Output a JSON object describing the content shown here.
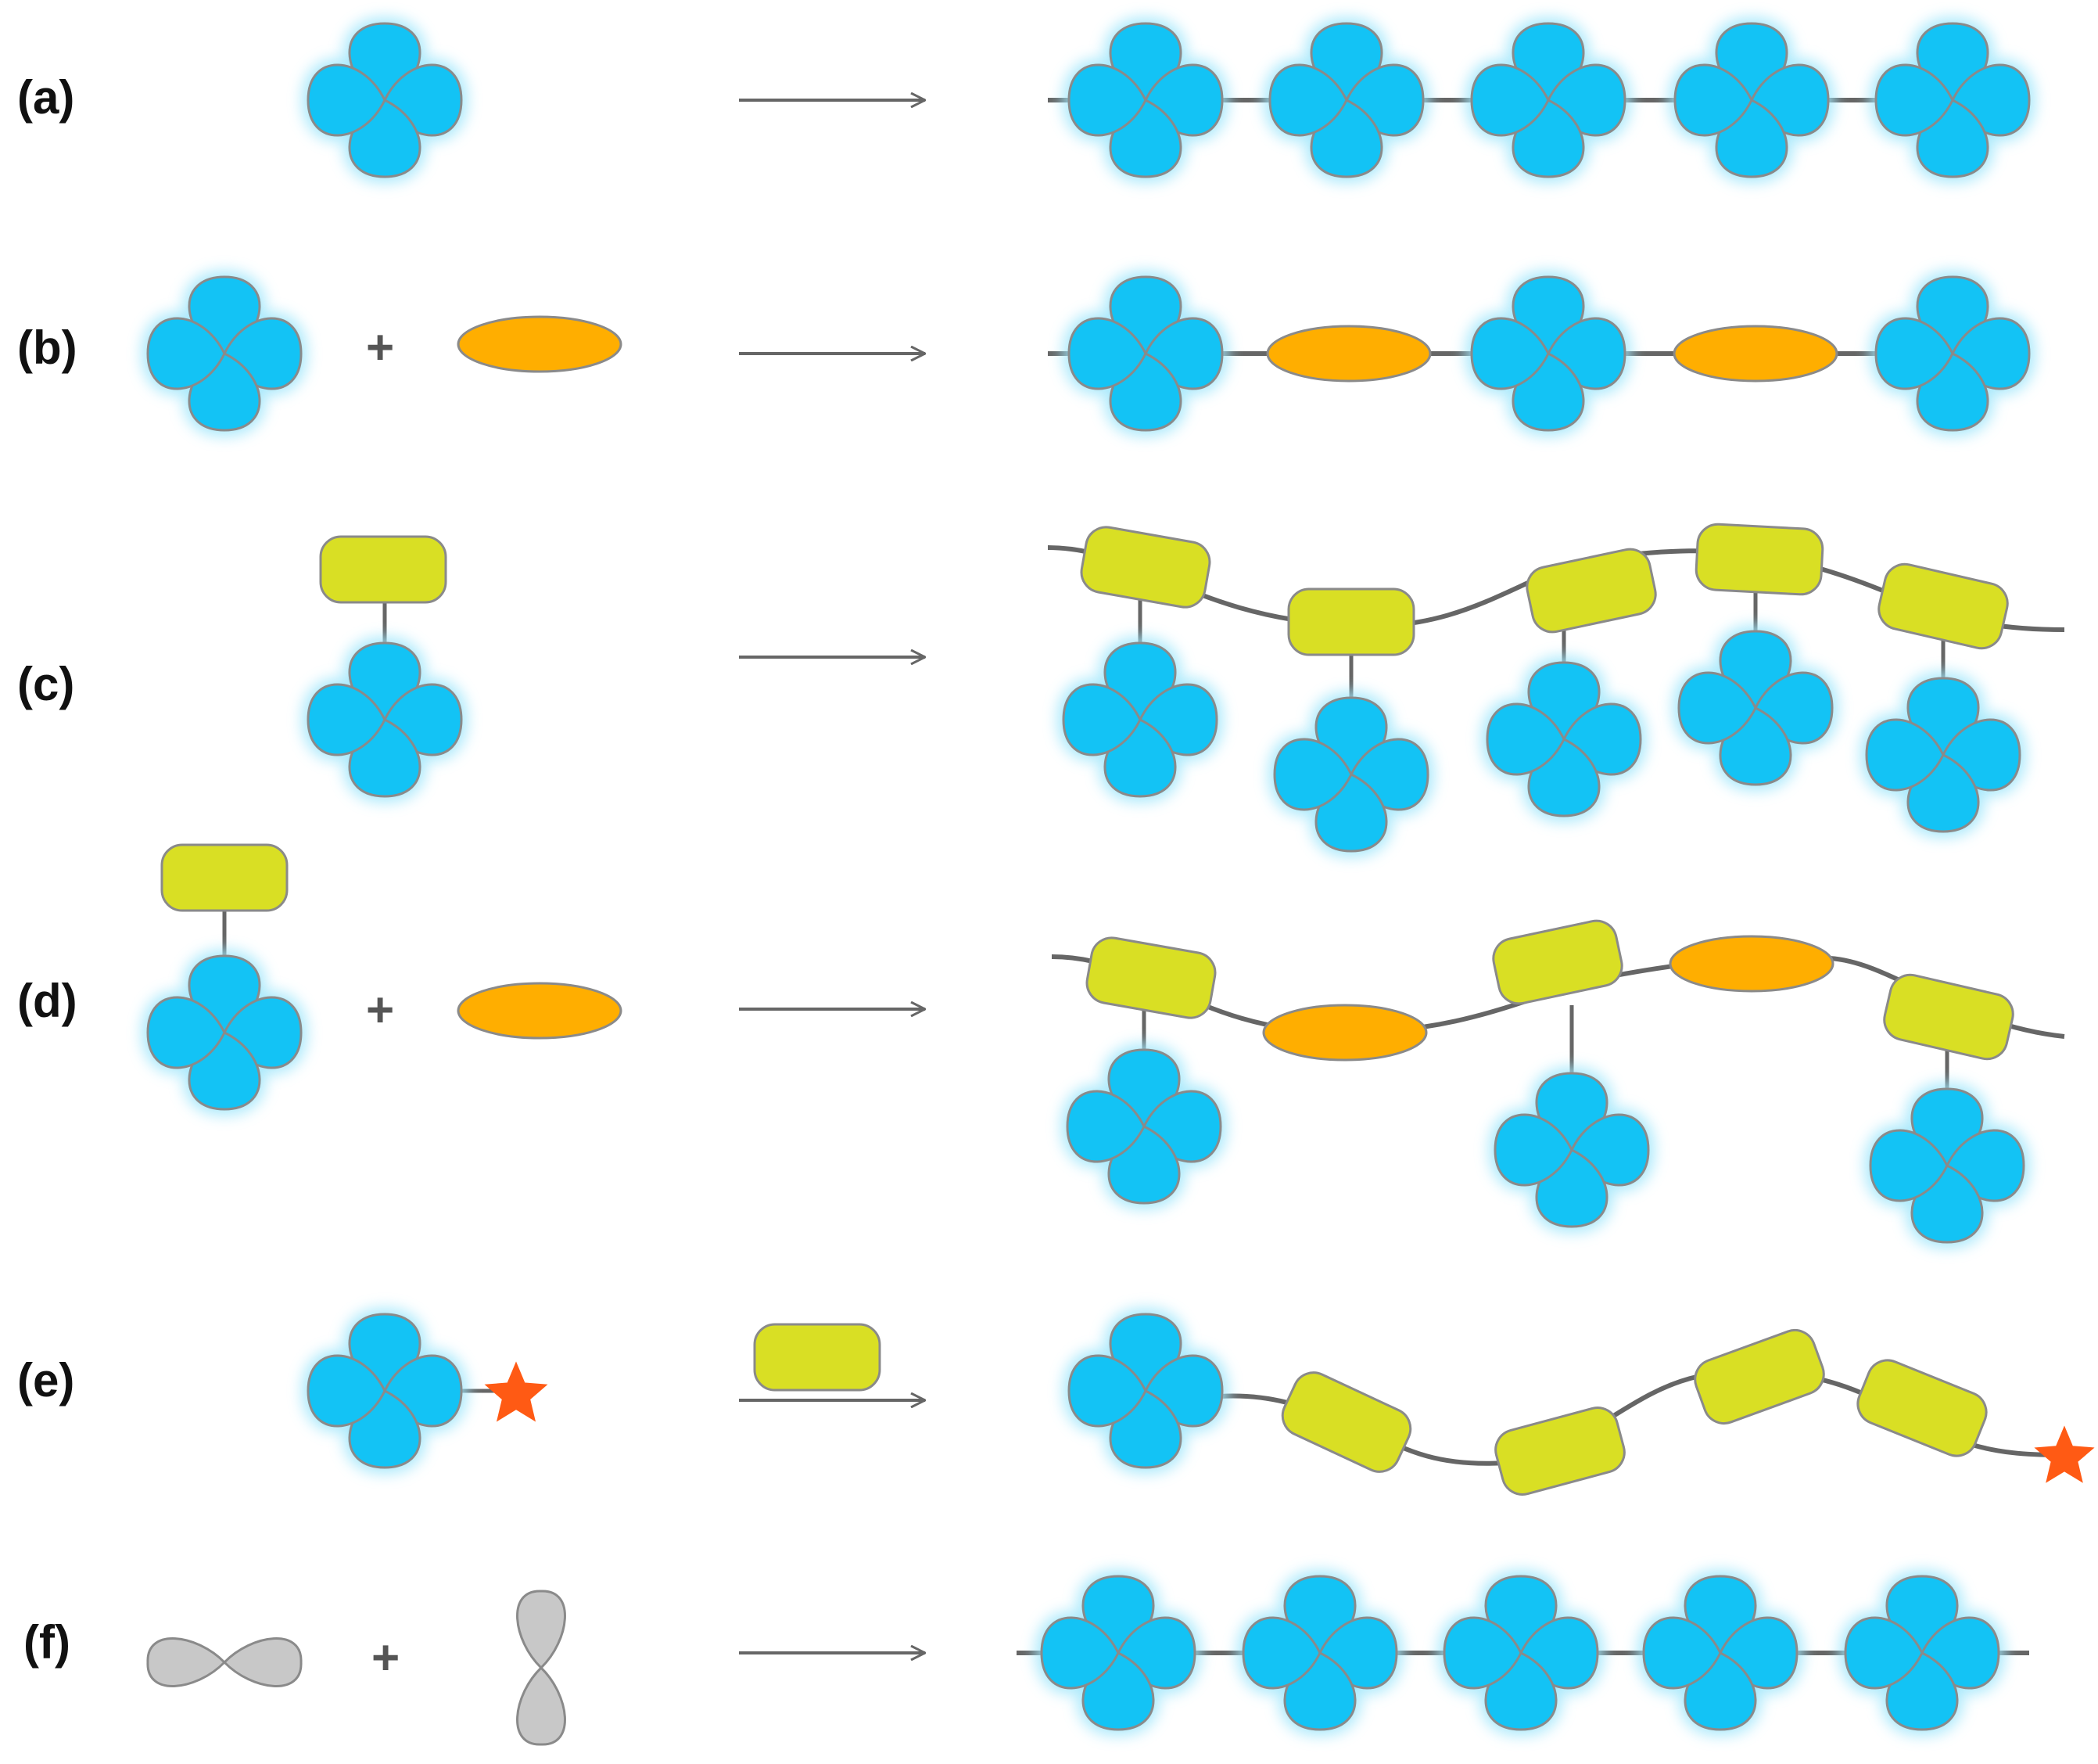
{
  "rows": [
    {
      "id": "a",
      "label": "(a)"
    },
    {
      "id": "b",
      "label": "(b)"
    },
    {
      "id": "c",
      "label": "(c)"
    },
    {
      "id": "d",
      "label": "(d)"
    },
    {
      "id": "e",
      "label": "(e)"
    },
    {
      "id": "f",
      "label": "(f)"
    }
  ],
  "plus": "+",
  "colors": {
    "clover": "#13c3f5",
    "clover_glow": "#9fe6fb",
    "ellipse": "#ffae00",
    "rectangle": "#d9df24",
    "star": "#ff5a14",
    "dumbbell": "#c8c8c8",
    "line": "#666666",
    "outline": "#8a8a8a"
  },
  "icons": {
    "monomer": "four-lobe-clover",
    "comonomer": "orange-ellipse",
    "side_unit": "yellow-green-rounded-rectangle",
    "end_group": "red-star",
    "p_orbital": "gray-dumbbell"
  }
}
